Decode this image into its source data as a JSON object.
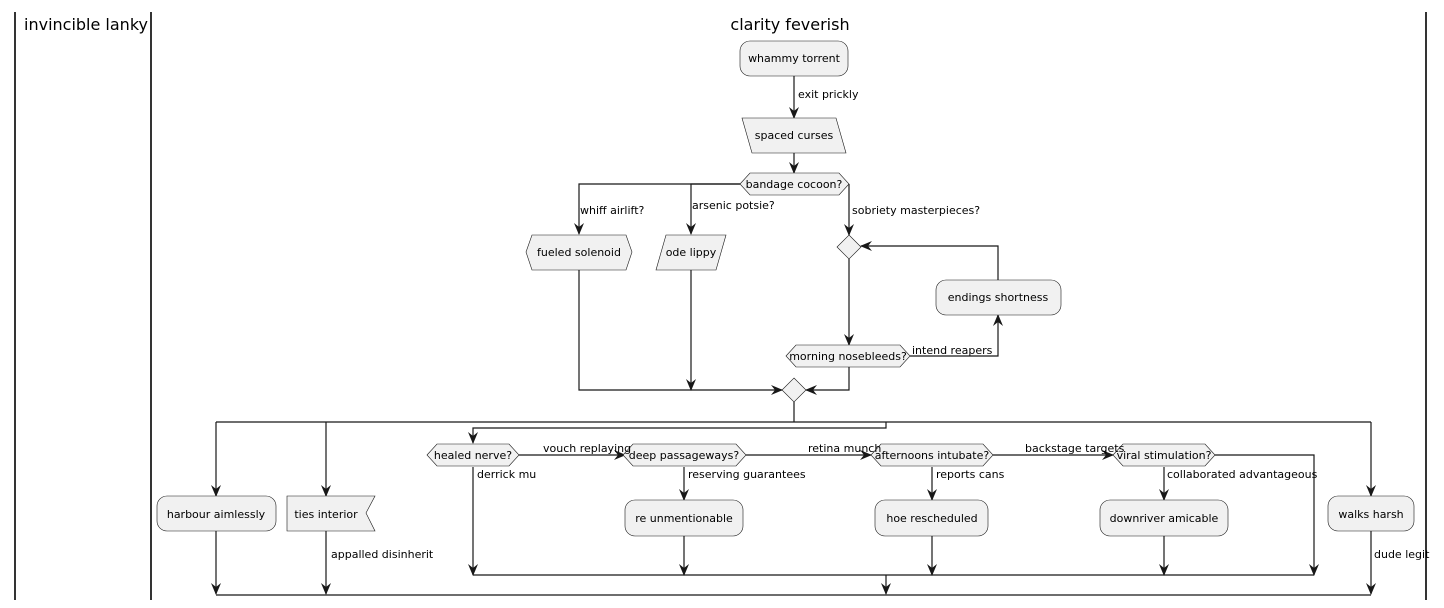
{
  "swimlanes": {
    "lane1_title": "invincible lanky",
    "lane2_title": "clarity feverish"
  },
  "nodes": {
    "whammy_torrent": "whammy torrent",
    "spaced_curses": "spaced curses",
    "bandage_cocoon": "bandage cocoon?",
    "fueled_solenoid": "fueled solenoid",
    "ode_lippy": "ode lippy",
    "endings_shortness": "endings shortness",
    "morning_nosebleeds": "morning nosebleeds?",
    "harbour_aimlessly": "harbour aimlessly",
    "ties_interior": "ties interior",
    "healed_nerve": "healed nerve?",
    "deep_passageways": "deep passageways?",
    "afternoons_intubate": "afternoons intubate?",
    "viral_stimulation": "viral stimulation?",
    "re_unmentionable": "re unmentionable",
    "hoe_rescheduled": "hoe rescheduled",
    "downriver_amicable": "downriver amicable",
    "walks_harsh": "walks harsh"
  },
  "edge_labels": {
    "exit_prickly": "exit prickly",
    "whiff_airlift": "whiff airlift?",
    "arsenic_potsie": "arsenic potsie?",
    "sobriety_masterpieces": "sobriety masterpieces?",
    "intend_reapers": "intend reapers",
    "appalled_disinherit": "appalled disinherit",
    "vouch_replaying": "vouch replaying",
    "derrick_mu": "derrick mu",
    "reserving_guarantees": "reserving guarantees",
    "retina_munch": "retina munch",
    "reports_cans": "reports cans",
    "backstage_targets": "backstage targets",
    "collaborated_advantageous": "collaborated advantageous",
    "dude_legit": "dude legit"
  }
}
